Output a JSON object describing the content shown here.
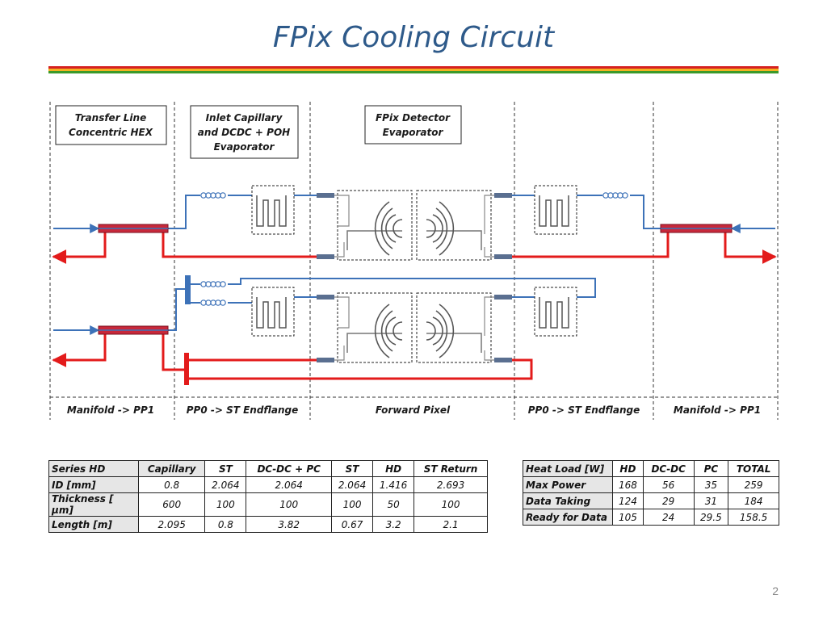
{
  "title": "FPix Cooling Circuit",
  "colors": {
    "accent_blue": "#3d72b8",
    "hot_red": "#e31b1b",
    "hex_body": "#c8283a",
    "stripe": [
      "#d62020",
      "#f2b120",
      "#3a9a2a"
    ]
  },
  "diagram": {
    "boxes": [
      {
        "lines": [
          "Transfer Line",
          "Concentric HEX"
        ]
      },
      {
        "lines": [
          "Inlet Capillary",
          "and DCDC + POH",
          "Evaporator"
        ]
      },
      {
        "lines": [
          "FPix Detector",
          "Evaporator"
        ]
      }
    ],
    "sections": [
      "Manifold -> PP1",
      "PP0 -> ST Endflange",
      "Forward Pixel",
      "PP0 -> ST Endflange",
      "Manifold -> PP1"
    ]
  },
  "table_series": {
    "headers": [
      "Series HD",
      "Capillary",
      "ST",
      "DC-DC + PC",
      "ST",
      "HD",
      "ST Return"
    ],
    "rows": [
      {
        "label": "ID [mm]",
        "values": [
          "0.8",
          "2.064",
          "2.064",
          "2.064",
          "1.416",
          "2.693"
        ]
      },
      {
        "label": "Thickness [ µm]",
        "values": [
          "600",
          "100",
          "100",
          "100",
          "50",
          "100"
        ]
      },
      {
        "label": "Length [m]",
        "values": [
          "2.095",
          "0.8",
          "3.82",
          "0.67",
          "3.2",
          "2.1"
        ]
      }
    ]
  },
  "table_heat": {
    "headers": [
      "Heat Load [W]",
      "HD",
      "DC-DC",
      "PC",
      "TOTAL"
    ],
    "rows": [
      {
        "label": "Max Power",
        "values": [
          "168",
          "56",
          "35",
          "259"
        ]
      },
      {
        "label": "Data Taking",
        "values": [
          "124",
          "29",
          "31",
          "184"
        ]
      },
      {
        "label": "Ready for Data",
        "values": [
          "105",
          "24",
          "29.5",
          "158.5"
        ]
      }
    ]
  },
  "page_number": "2"
}
